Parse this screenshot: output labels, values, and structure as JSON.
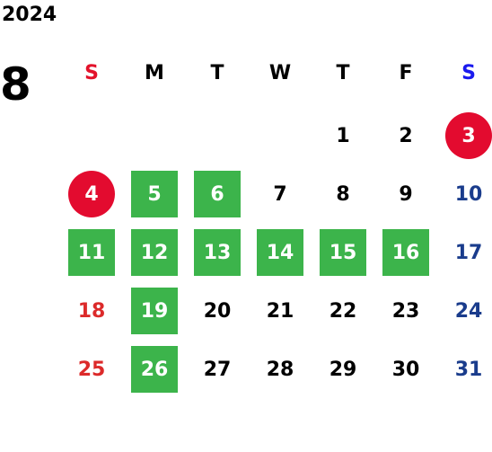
{
  "header": {
    "year": "2024",
    "month": "8"
  },
  "colors": {
    "sunday_header": "#e3122b",
    "saturday_header": "#1a1aee",
    "sunday_date": "#dc2a2a",
    "saturday_date": "#1a3c8c",
    "green_highlight": "#3cb44b",
    "red_circle_highlight": "#e30b2f"
  },
  "weekdays": [
    "S",
    "M",
    "T",
    "W",
    "T",
    "F",
    "S"
  ],
  "weeks": [
    [
      {
        "day": ""
      },
      {
        "day": ""
      },
      {
        "day": ""
      },
      {
        "day": ""
      },
      {
        "day": "1"
      },
      {
        "day": "2"
      },
      {
        "day": "3",
        "style": "circle"
      }
    ],
    [
      {
        "day": "4",
        "style": "circle"
      },
      {
        "day": "5",
        "style": "green"
      },
      {
        "day": "6",
        "style": "green"
      },
      {
        "day": "7"
      },
      {
        "day": "8"
      },
      {
        "day": "9"
      },
      {
        "day": "10"
      }
    ],
    [
      {
        "day": "11",
        "style": "green"
      },
      {
        "day": "12",
        "style": "green"
      },
      {
        "day": "13",
        "style": "green"
      },
      {
        "day": "14",
        "style": "green"
      },
      {
        "day": "15",
        "style": "green"
      },
      {
        "day": "16",
        "style": "green"
      },
      {
        "day": "17"
      }
    ],
    [
      {
        "day": "18"
      },
      {
        "day": "19",
        "style": "green"
      },
      {
        "day": "20"
      },
      {
        "day": "21"
      },
      {
        "day": "22"
      },
      {
        "day": "23"
      },
      {
        "day": "24"
      }
    ],
    [
      {
        "day": "25"
      },
      {
        "day": "26",
        "style": "green"
      },
      {
        "day": "27"
      },
      {
        "day": "28"
      },
      {
        "day": "29"
      },
      {
        "day": "30"
      },
      {
        "day": "31"
      }
    ]
  ]
}
